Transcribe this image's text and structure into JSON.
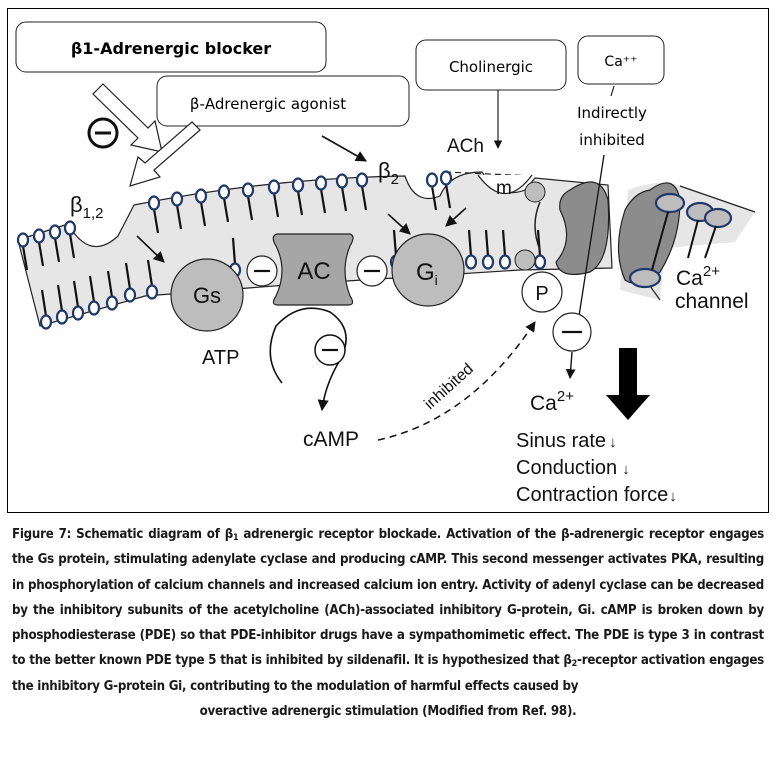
{
  "figure": {
    "labels": {
      "beta1_blocker": "β1-Adrenergic blocker",
      "beta_agonist": "β-Adrenergic agonist",
      "cholinergic": "Cholinergic",
      "ca_box": "Ca⁺⁺",
      "indirectly": "Indirectly",
      "inhibited_box": "inhibited",
      "beta12_main": "β",
      "beta12_sub": "1,2",
      "beta2_main": "β",
      "beta2_sub": "2",
      "ach": "ACh",
      "m": "m",
      "gs": "Gs",
      "ac": "AC",
      "gi_main": "G",
      "gi_sub": "i",
      "p": "P",
      "atp": "ATP",
      "camp": "cAMP",
      "inhibited_path": "inhibited",
      "ca2_main": "Ca",
      "ca2_sup": "2+",
      "channel_ca_main": "Ca",
      "channel_ca_sup": "2+",
      "channel": "channel",
      "minus": "−",
      "effects": [
        "Sinus rate",
        "Conduction",
        "Contraction force"
      ],
      "down_arrow": "↓"
    },
    "colors": {
      "membrane": "#e6e6e6",
      "protein_light": "#bdbdbd",
      "protein_dark": "#8c8c8c",
      "lipid_head": "#1f3a68",
      "line": "#111111"
    }
  },
  "caption": {
    "prefix": "Figure 7: Schematic diagram of β",
    "prefix_sub": "1",
    "part1": " adrenergic receptor blockade. Activation of the β-adrenergic receptor engages the Gs protein, stimulating adenylate cyclase and producing cAMP. This second messenger activates PKA, resulting in phosphorylation of calcium channels and increased calcium ion entry. Activity of adenyl cyclase can be decreased by the inhibitory subunits of the acetylcholine (ACh)-associated inhibitory G-protein, Gi.  cAMP is broken down by phosphodiesterase (PDE) so that PDE-inhibitor drugs have a sympathomimetic effect. The PDE is type 3 in contrast to the better known PDE type 5 that is inhibited by sildenafil. It is hypothesized that β",
    "part1_sub": "2",
    "part2": "-receptor activation engages the inhibitory G-protein Gi, contributing to the modulation of harmful effects caused by",
    "last_line": "overactive adrenergic stimulation (Modified from Ref. 98)."
  }
}
